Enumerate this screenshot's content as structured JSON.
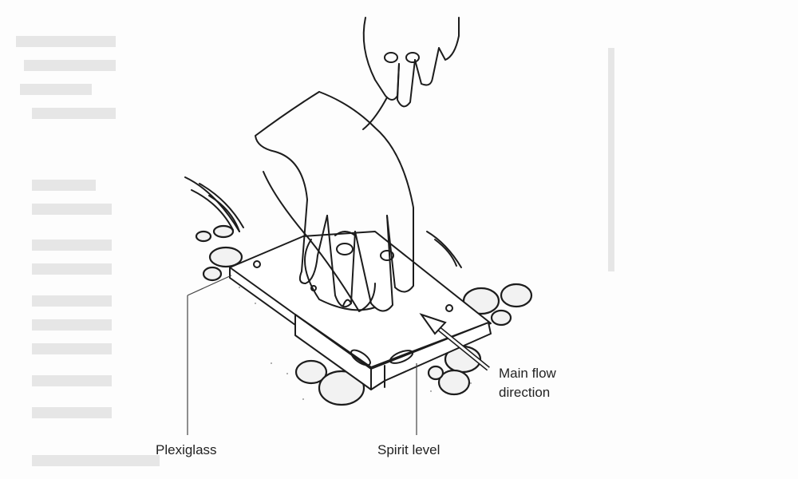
{
  "figure": {
    "labels": {
      "plexiglass": "Plexiglass",
      "spirit_level": "Spirit level",
      "flow_line1": "Main flow",
      "flow_line2": "direction"
    },
    "colors": {
      "ink": "#1c1c1c",
      "paper": "#fdfdfd"
    }
  }
}
